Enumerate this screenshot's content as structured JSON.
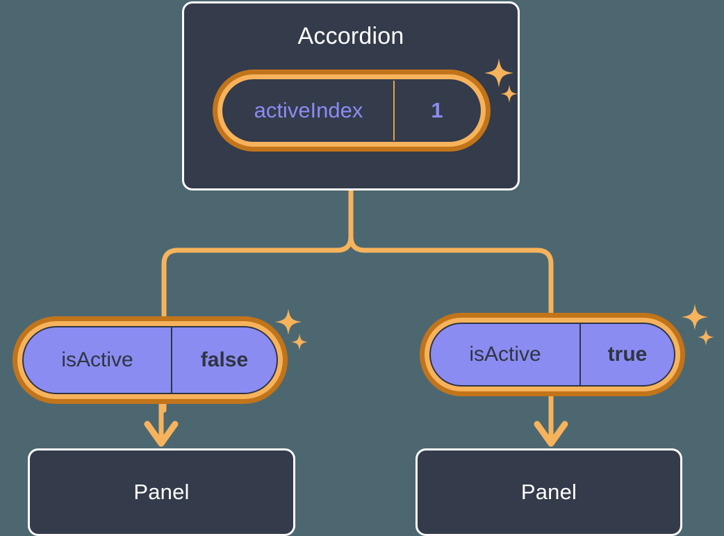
{
  "theme": {
    "background": "#4d6770",
    "card_fill": "#343b4a",
    "card_border": "#fdfdfd",
    "wire": "#f7b35c",
    "ring_outer": "#c2741a",
    "ring_inner": "#f7b35c",
    "prop_fill": "#8b8cf2",
    "prop_text": "#2f3542",
    "accent_text": "#8b8cf2",
    "title_text": "#ffffff"
  },
  "diagram": {
    "type": "component-tree",
    "root": {
      "title": "Accordion",
      "prop": {
        "key": "activeIndex",
        "value": "1"
      },
      "sparkle_icon": "sparkles-icon"
    },
    "children": [
      {
        "side": "left",
        "prop": {
          "key": "isActive",
          "value": "false"
        },
        "sparkle_icon": "sparkles-icon",
        "panel_label": "Panel"
      },
      {
        "side": "right",
        "prop": {
          "key": "isActive",
          "value": "true"
        },
        "sparkle_icon": "sparkles-icon",
        "panel_label": "Panel"
      }
    ]
  }
}
